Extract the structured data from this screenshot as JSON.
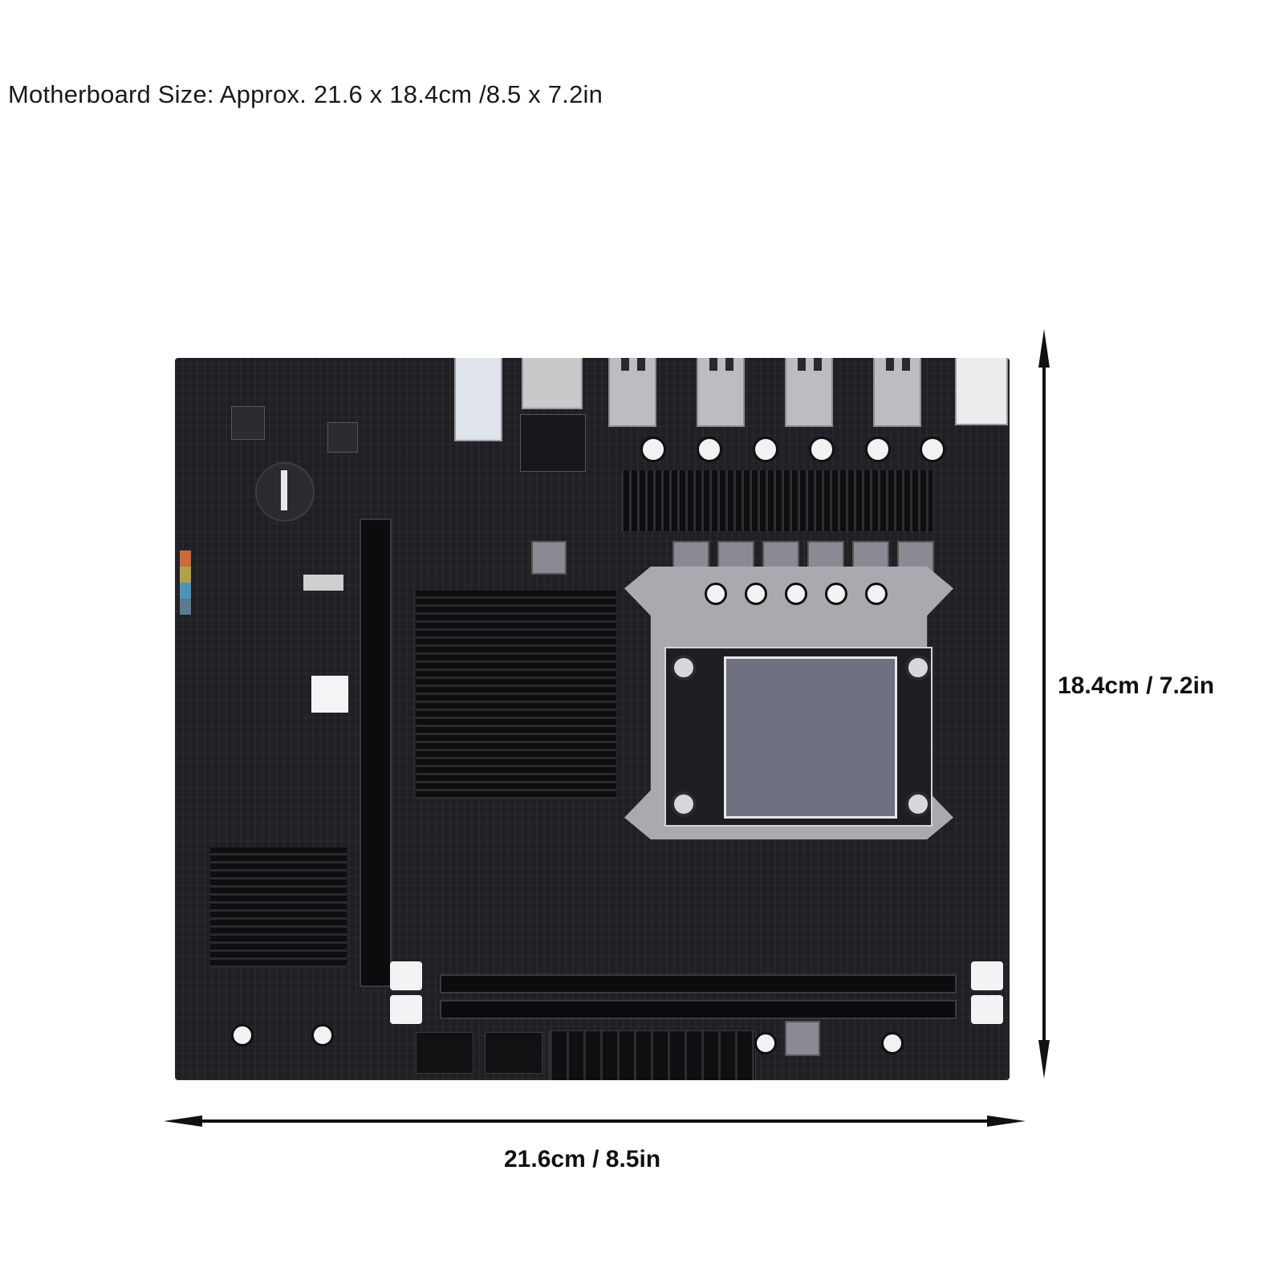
{
  "figure": {
    "title": "Motherboard Size: Approx. 21.6 x 18.4cm /8.5 x 7.2in",
    "dimensions": {
      "width_label": "21.6cm / 8.5in",
      "height_label": "18.4cm / 7.2in"
    },
    "image_subject": "motherboard-photo"
  }
}
